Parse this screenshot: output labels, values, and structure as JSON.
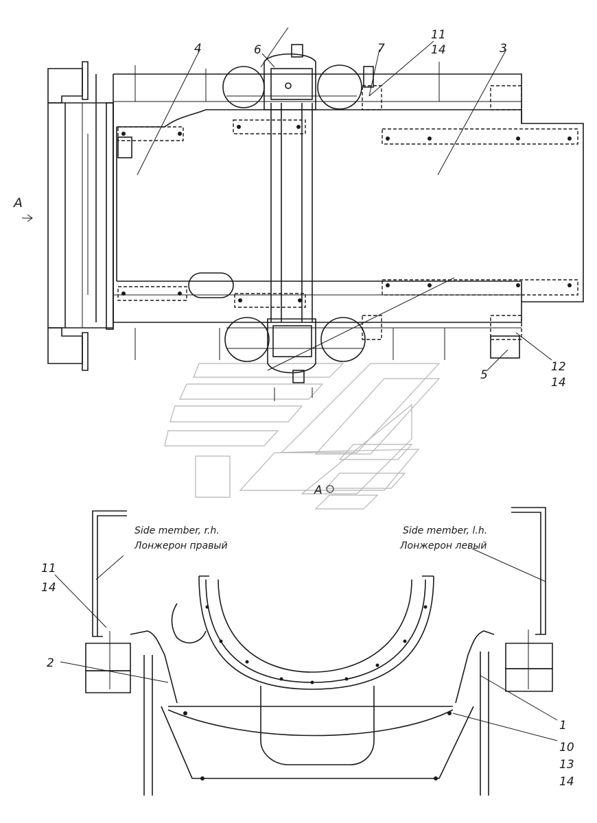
{
  "callouts": {
    "c1": "1",
    "c2": "2",
    "c3": "3",
    "c4": "4",
    "c5": "5",
    "c6": "6",
    "c7": "7",
    "c10": "10",
    "c11_top": "11",
    "c14_top": "14",
    "c12": "12",
    "c14_mid": "14",
    "c11_left": "11",
    "c14_left": "14",
    "c13": "13",
    "c14_bottom": "14"
  },
  "view_markers": {
    "view_arrow": "A",
    "view_point": "A"
  },
  "notes": {
    "right_side_en": "Side member, r.h.",
    "right_side_ru": "Лонжерон правый",
    "left_side_en": "Side member, l.h.",
    "left_side_ru": "Лонжерон левый"
  }
}
